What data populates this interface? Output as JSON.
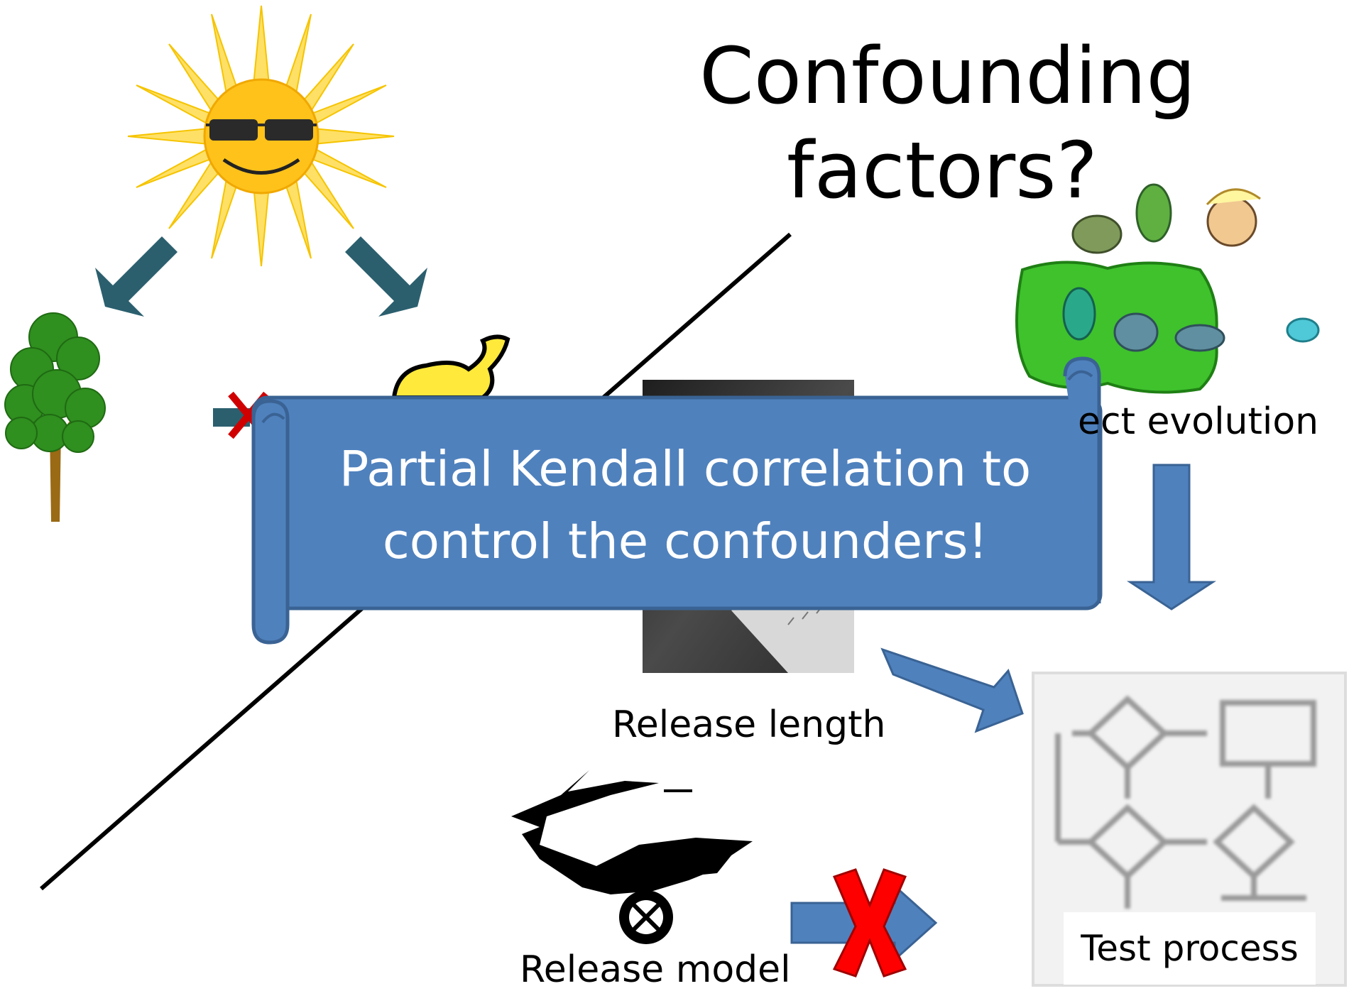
{
  "title": {
    "line1": "Confounding",
    "line2": "factors?"
  },
  "labels": {
    "project_evolution": "ect evolution",
    "release_length": "Release length",
    "release_model": "Release model",
    "test_process": "Test process"
  },
  "banner": {
    "line1": "Partial Kendall correlation to",
    "line2": "control the confounders!"
  },
  "colors": {
    "dark_teal_arrow": "#2b5f6e",
    "blue_arrow": "#4f81bd",
    "banner_fill": "#4f81bd",
    "banner_stroke": "#3a6394",
    "red_cross": "#e00000",
    "sun_yellow": "#ffd21f",
    "tree_green": "#2f8f1f",
    "grass_green": "#3fc22c"
  },
  "icons": [
    "sun-icon",
    "tree-icon",
    "ice-cream-icon",
    "frog-evolution-icon",
    "ruler-photo",
    "cannon-icon",
    "flowchart-icon"
  ]
}
